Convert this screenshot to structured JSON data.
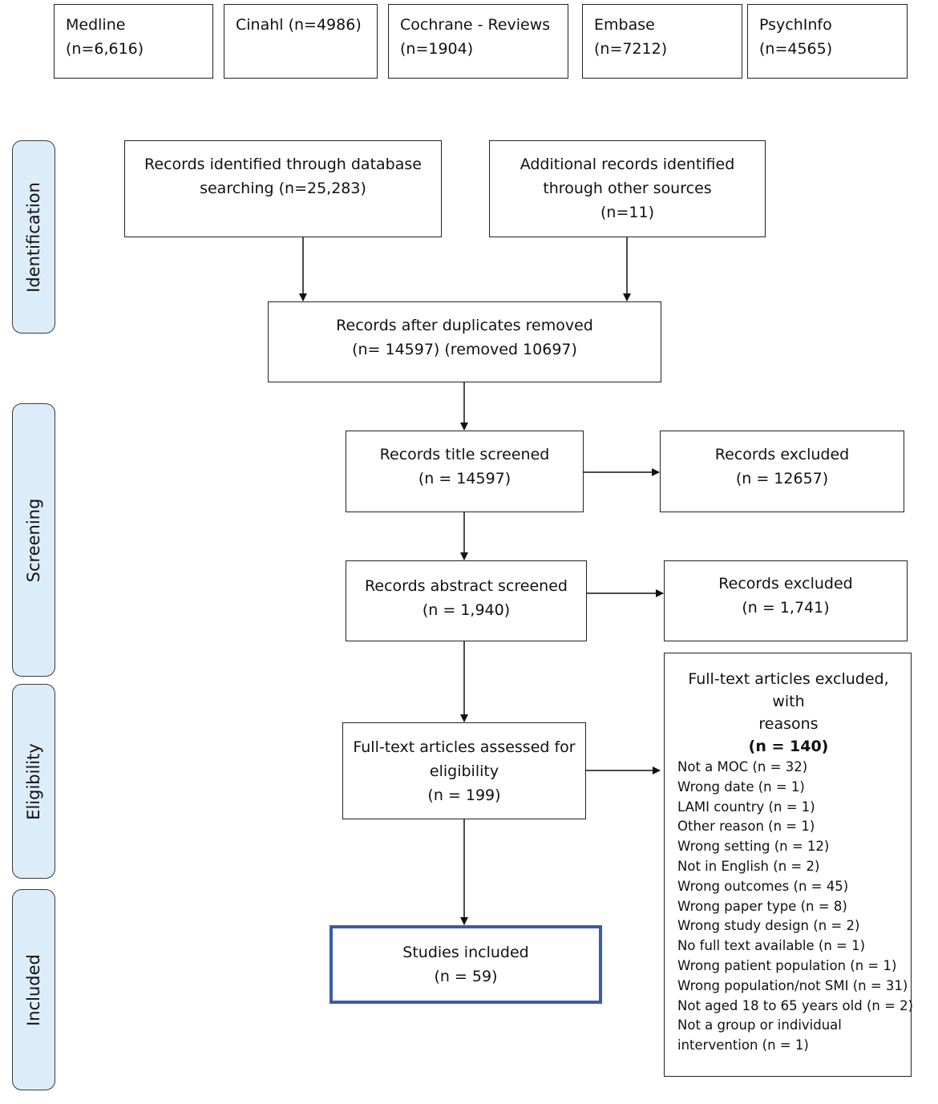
{
  "databases": [
    {
      "name": "Medline",
      "count": "(n=6,616)"
    },
    {
      "name": "Cinahl (n=4986)",
      "count": ""
    },
    {
      "name": "Cochrane - Reviews",
      "count": "(n=1904)"
    },
    {
      "name": "Embase",
      "count": "(n=7212)"
    },
    {
      "name": "PsychInfo",
      "count": "(n=4565)"
    }
  ],
  "phases": {
    "identification": "Identification",
    "screening": "Screening",
    "eligibility": "Eligibility",
    "included": "Included"
  },
  "boxes": {
    "db_search": {
      "line1": "Records identified through database",
      "line2": "searching (n=25,283)"
    },
    "other_sources": {
      "line1": "Additional records identified",
      "line2": "through other sources",
      "line3": "(n=11)"
    },
    "duplicates": {
      "line1": "Records after duplicates removed",
      "line2": "(n= 14597) (removed 10697)"
    },
    "title_screened": {
      "line1": "Records title screened",
      "line2": "(n = 14597)"
    },
    "title_excluded": {
      "line1": "Records excluded",
      "line2": "(n = 12657)"
    },
    "abstract_screened": {
      "line1": "Records abstract screened",
      "line2": "(n = 1,940)"
    },
    "abstract_excluded": {
      "line1": "Records excluded",
      "line2": "(n = 1,741)"
    },
    "fulltext": {
      "line1": "Full-text articles assessed for",
      "line2": "eligibility",
      "line3": "(n = 199)"
    },
    "included": {
      "line1": "Studies included",
      "line2": "(n = 59)"
    }
  },
  "fulltext_excluded": {
    "title_line1": "Full-text articles excluded, with",
    "title_line2": "reasons",
    "count": "(n = 140)",
    "reasons": [
      "Not a MOC (n = 32)",
      "Wrong date (n = 1)",
      "LAMI country (n = 1)",
      "Other reason (n = 1)",
      "Wrong setting (n = 12)",
      "Not in English (n = 2)",
      "Wrong outcomes  (n = 45)",
      "Wrong paper type (n = 8)",
      "Wrong study design (n = 2)",
      "No full text available (n = 1)",
      "Wrong patient population  (n = 1)",
      "Wrong population/not SMI (n = 31)",
      "Not aged 18 to 65 years old (n = 2)",
      "Not a group or individual",
      "intervention (n = 1)"
    ]
  }
}
